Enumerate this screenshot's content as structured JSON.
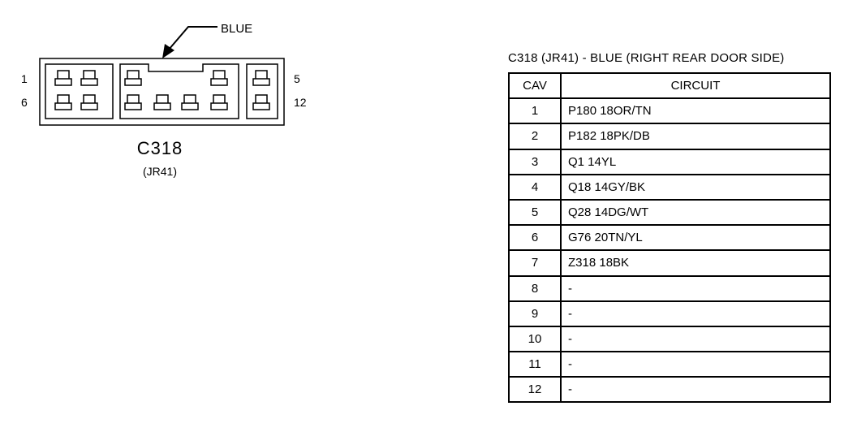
{
  "connector": {
    "name": "C318",
    "code": "(JR41)",
    "color_callout": "BLUE",
    "pin_labels": {
      "top_left": "1",
      "bottom_left": "6",
      "top_right": "5",
      "bottom_right": "12"
    }
  },
  "table": {
    "title": "C318 (JR41) - BLUE (RIGHT REAR DOOR SIDE)",
    "headers": [
      "CAV",
      "CIRCUIT"
    ],
    "rows": [
      {
        "cav": "1",
        "circuit": "P180 18OR/TN"
      },
      {
        "cav": "2",
        "circuit": "P182 18PK/DB"
      },
      {
        "cav": "3",
        "circuit": "Q1 14YL"
      },
      {
        "cav": "4",
        "circuit": "Q18 14GY/BK"
      },
      {
        "cav": "5",
        "circuit": "Q28 14DG/WT"
      },
      {
        "cav": "6",
        "circuit": "G76 20TN/YL"
      },
      {
        "cav": "7",
        "circuit": "Z318 18BK"
      },
      {
        "cav": "8",
        "circuit": "-"
      },
      {
        "cav": "9",
        "circuit": "-"
      },
      {
        "cav": "10",
        "circuit": "-"
      },
      {
        "cav": "11",
        "circuit": "-"
      },
      {
        "cav": "12",
        "circuit": "-"
      }
    ]
  }
}
